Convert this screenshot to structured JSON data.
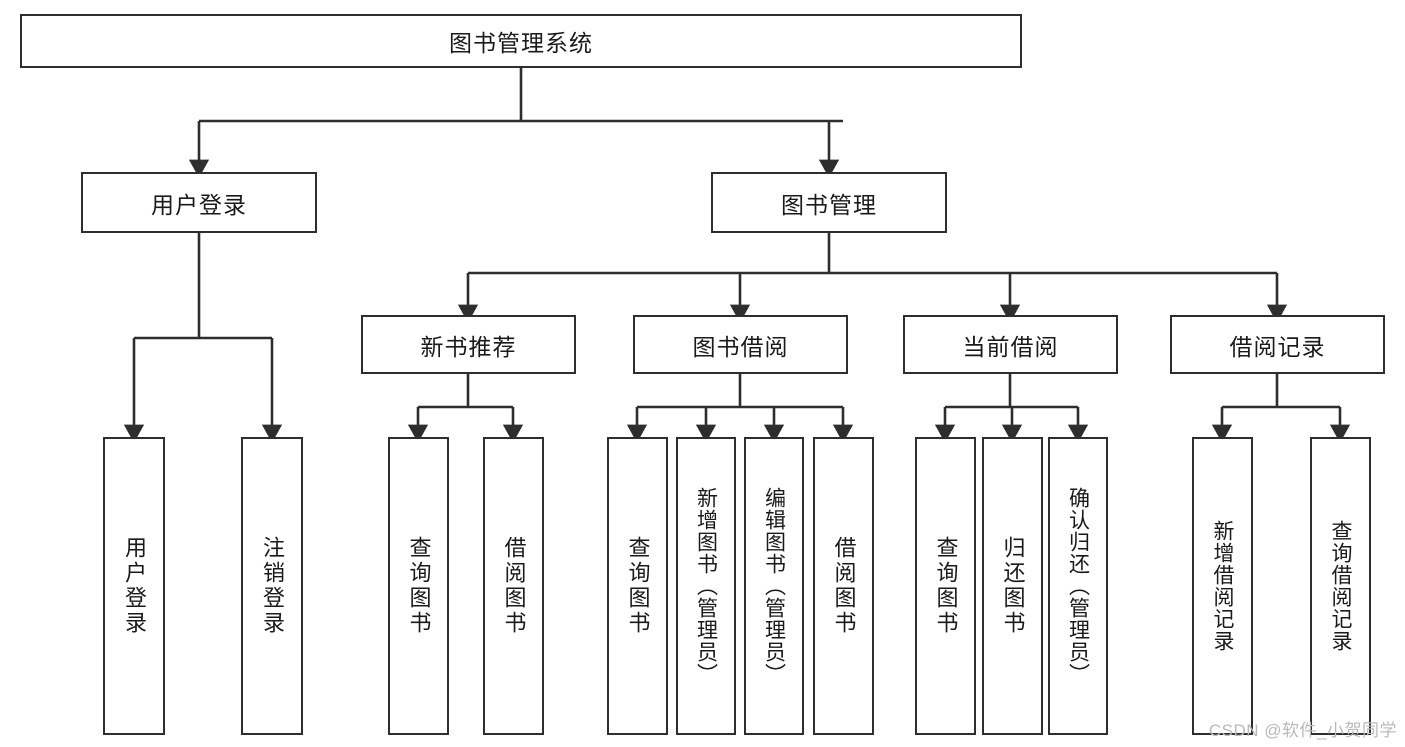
{
  "diagram": {
    "title": "图书管理系统",
    "type": "hierarchy-tree",
    "root": {
      "label": "图书管理系统"
    },
    "level2": [
      {
        "label": "用户登录"
      },
      {
        "label": "图书管理"
      }
    ],
    "level3": [
      {
        "label": "新书推荐"
      },
      {
        "label": "图书借阅"
      },
      {
        "label": "当前借阅"
      },
      {
        "label": "借阅记录"
      }
    ],
    "leaves": {
      "user_login": [
        {
          "label": "用户登录"
        },
        {
          "label": "注销登录"
        }
      ],
      "new_book_recommend": [
        {
          "label": "查询图书"
        },
        {
          "label": "借阅图书"
        }
      ],
      "book_borrow": [
        {
          "label": "查询图书"
        },
        {
          "label": "新增图书（管理员）"
        },
        {
          "label": "编辑图书（管理员）"
        },
        {
          "label": "借阅图书"
        }
      ],
      "current_borrow": [
        {
          "label": "查询图书"
        },
        {
          "label": "归还图书"
        },
        {
          "label": "确认归还（管理员）"
        }
      ],
      "borrow_record": [
        {
          "label": "新增借阅记录"
        },
        {
          "label": "查询借阅记录"
        }
      ]
    }
  },
  "watermark": {
    "text": "CSDN @软件_小贺同学"
  },
  "colors": {
    "border": "#2e2e2e",
    "background": "#ffffff",
    "text": "#1a1a1a",
    "watermark": "#b9b9b9"
  }
}
